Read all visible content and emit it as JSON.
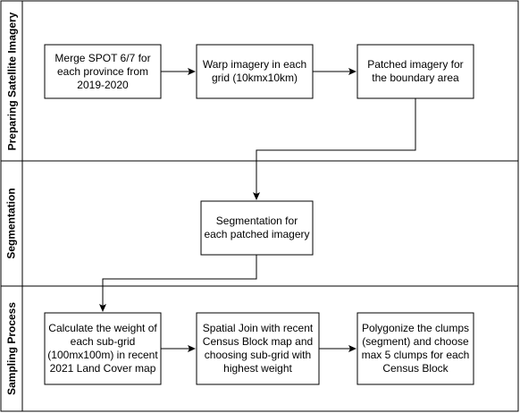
{
  "lanes": [
    {
      "id": "preparing",
      "label": "Preparing Satellite Imagery"
    },
    {
      "id": "segmentation",
      "label": "Segmentation"
    },
    {
      "id": "sampling",
      "label": "Sampling  Process"
    }
  ],
  "boxes": {
    "merge": "Merge SPOT 6/7 for each province from 2019-2020",
    "warp": "Warp imagery in each grid (10kmx10km)",
    "patched": "Patched imagery for the boundary area",
    "segment": "Segmentation for each patched imagery",
    "weight": "Calculate the weight of each sub-grid (100mx100m) in recent 2021 Land Cover map",
    "spatial_join": "Spatial Join with recent Census Block map and choosing sub-grid with highest weight",
    "polygonize": "Polygonize the clumps (segment) and choose max 5 clumps for each Census Block"
  },
  "colors": {
    "stroke": "#000000",
    "fill": "#ffffff"
  }
}
